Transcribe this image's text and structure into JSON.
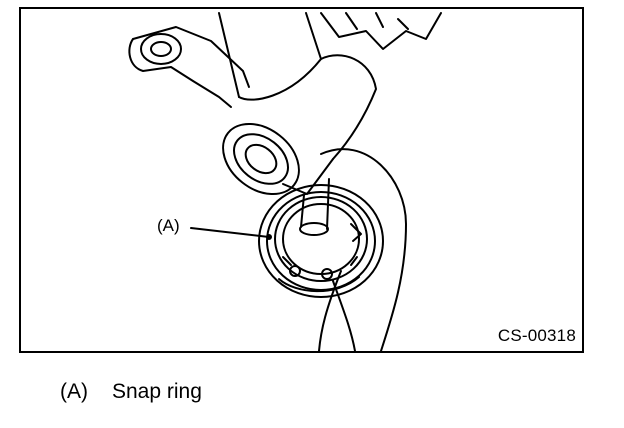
{
  "figure": {
    "code": "CS-00318",
    "callout": "(A)"
  },
  "legend": {
    "items": [
      {
        "key": "(A)",
        "text": "Snap ring"
      }
    ]
  }
}
